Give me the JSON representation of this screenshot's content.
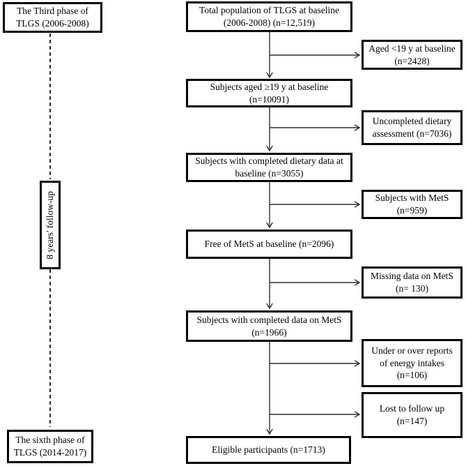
{
  "colors": {
    "box_border": "#000000",
    "text": "#000000",
    "arrow": "#2f2f2f",
    "background": "#ffffff"
  },
  "timeline": {
    "phase3": "The Third phase of\nTLGS (2006-2008)",
    "followup": "8 years' follow-up",
    "phase6": "The sixth phase of\nTLGS (2014-2017)"
  },
  "flow": {
    "total_population": "Total population of TLGS at baseline\n(2006-2008) (n=12,519)",
    "aged_ge19": "Subjects aged ≥19 y at baseline\n(n=10091)",
    "completed_dietary": "Subjects with completed dietary data at\nbaseline (n=3055)",
    "free_of_mets": "Free of MetS at baseline (n=2096)",
    "completed_mets_data": "Subjects with completed data on MetS\n(n=1966)",
    "eligible": "Eligible participants (n=1713)"
  },
  "exclusions": {
    "aged_lt19": "Aged <19 y at baseline\n(n=2428)",
    "uncompleted_dietary": "Uncompleted dietary\nassessment (n=7036)",
    "subjects_with_mets": "Subjects with MetS\n(n=959)",
    "missing_mets": "Missing data on MetS\n(n= 130)",
    "energy_misreport": "Under or over reports\nof energy intakes\n(n=106)",
    "lost_followup": "Lost to follow up\n(n=147)"
  }
}
